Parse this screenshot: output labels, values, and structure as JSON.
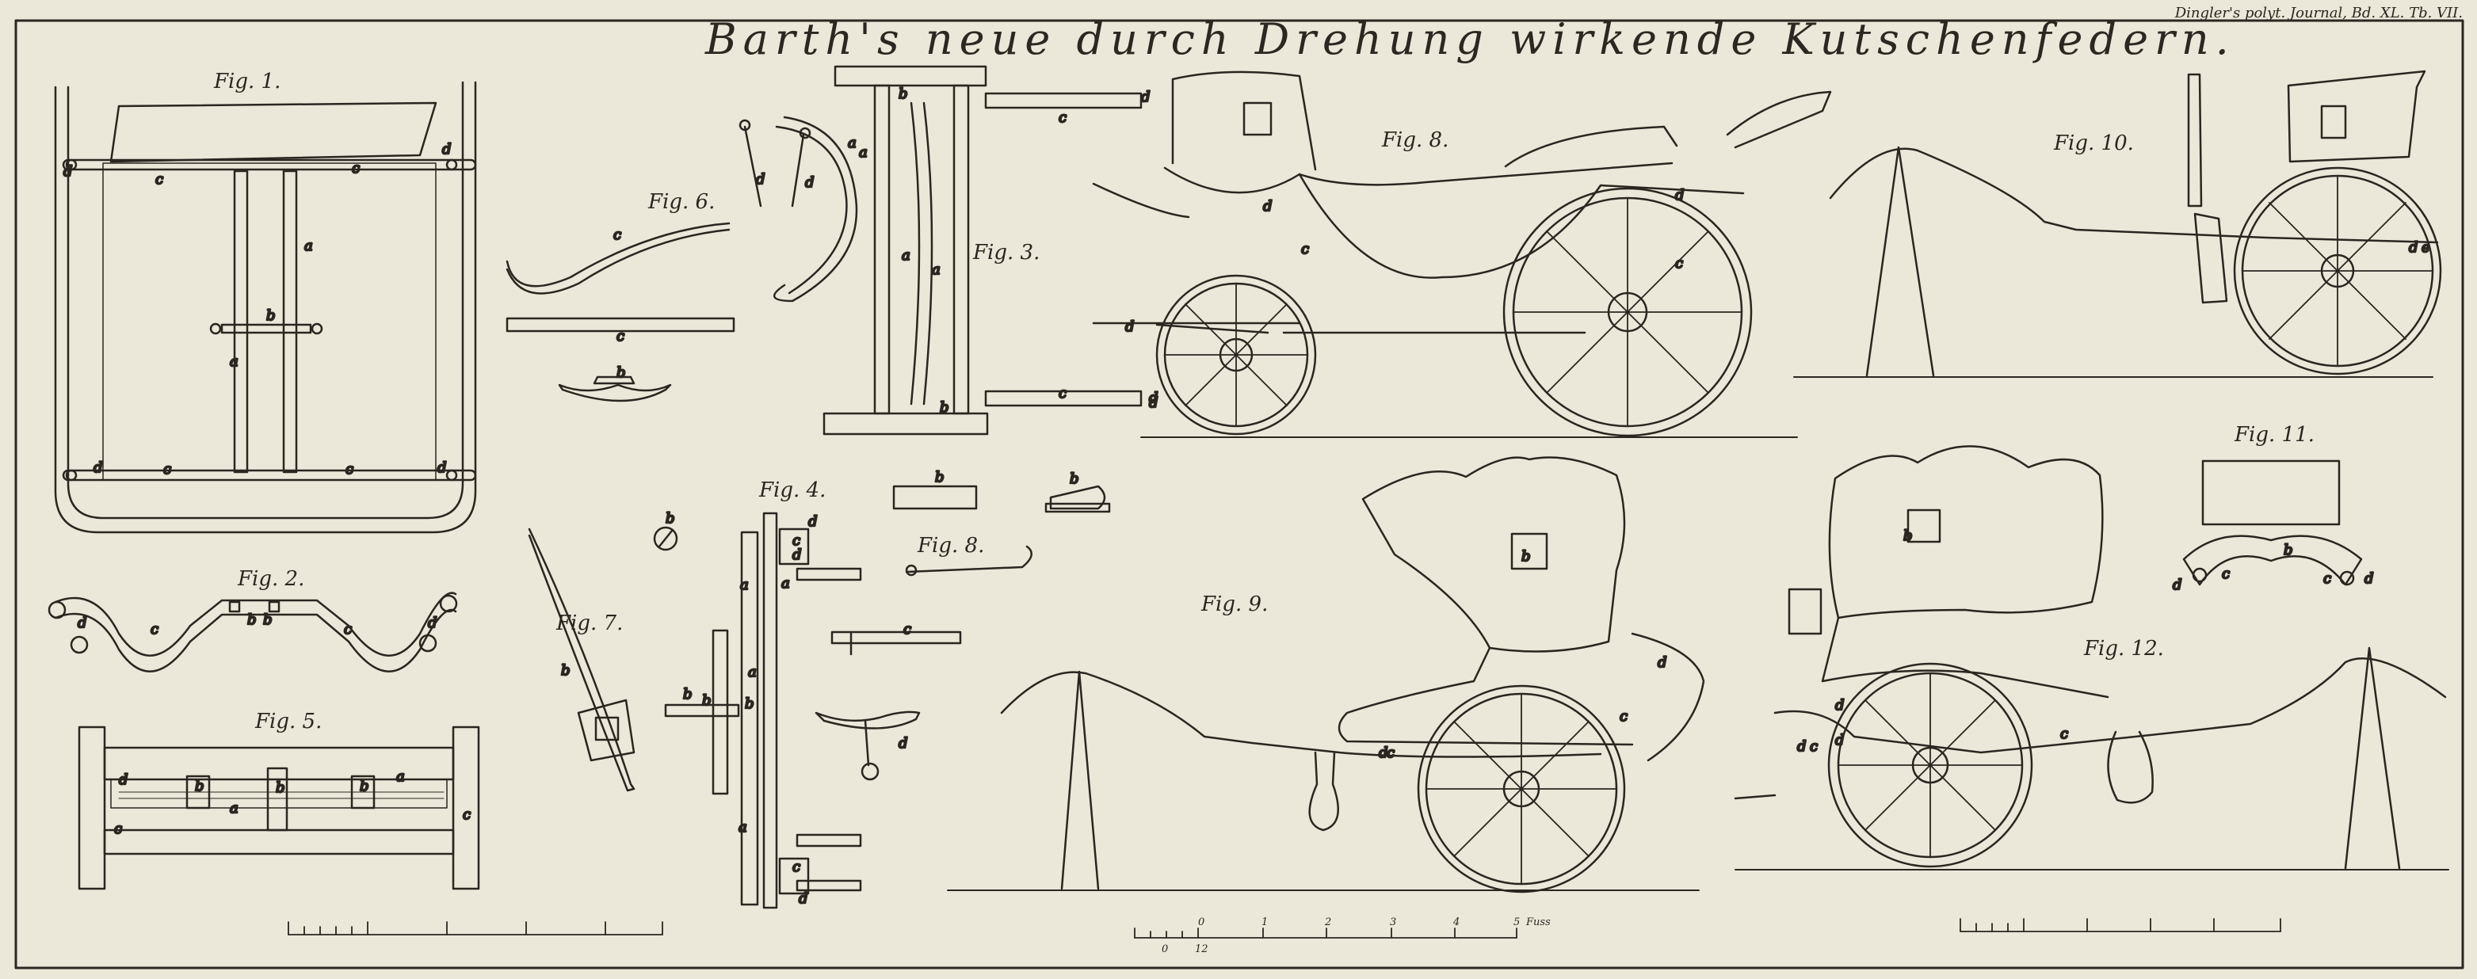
{
  "title": "Barth's neue durch Drehung wirkende Kutschenfedern.",
  "journal": "Dingler's polyt. Journal, Bd. XL. Tb. VII.",
  "figures": {
    "fig1": "Fig. 1.",
    "fig2": "Fig. 2.",
    "fig3": "Fig. 3.",
    "fig4": "Fig. 4.",
    "fig5": "Fig. 5.",
    "fig6": "Fig. 6.",
    "fig7": "Fig. 7.",
    "fig8": "Fig. 8.",
    "fig8b": "Fig. 8.",
    "fig9": "Fig. 9.",
    "fig10": "Fig. 10.",
    "fig11": "Fig. 11.",
    "fig12": "Fig. 12."
  },
  "letters": {
    "a": "a",
    "b": "b",
    "c": "c",
    "d": "d",
    "e": "e"
  },
  "scale": {
    "ticks": [
      "0",
      "1",
      "2",
      "3",
      "4",
      "5"
    ],
    "unit": "Fuss",
    "sub": [
      "0",
      "12"
    ]
  },
  "colors": {
    "paper": "#ebe8d9",
    "ink": "#2a2620"
  }
}
